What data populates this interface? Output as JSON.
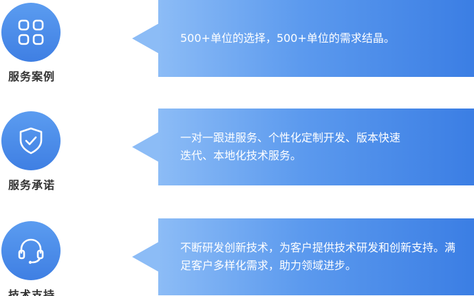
{
  "items": [
    {
      "label": "服务案例",
      "icon": "grid-apps-icon",
      "text": "500+单位的选择，500+单位的需求结晶。"
    },
    {
      "label": "服务承诺",
      "icon": "shield-check-icon",
      "text": "一对一跟进服务、个性化定制开发、版本快速迭代、本地化技术服务。"
    },
    {
      "label": "技术支持",
      "icon": "headset-icon",
      "text": "不断研发创新技术，为客户提供技术研发和创新支持。满足客户多样化需求，助力领域进步。"
    }
  ],
  "colors": {
    "icon_circle": "#4a8ae8",
    "bubble_start": "#8cbcf6",
    "bubble_end": "#3b7ee4",
    "label_text": "#333333",
    "bubble_text": "#ffffff"
  }
}
